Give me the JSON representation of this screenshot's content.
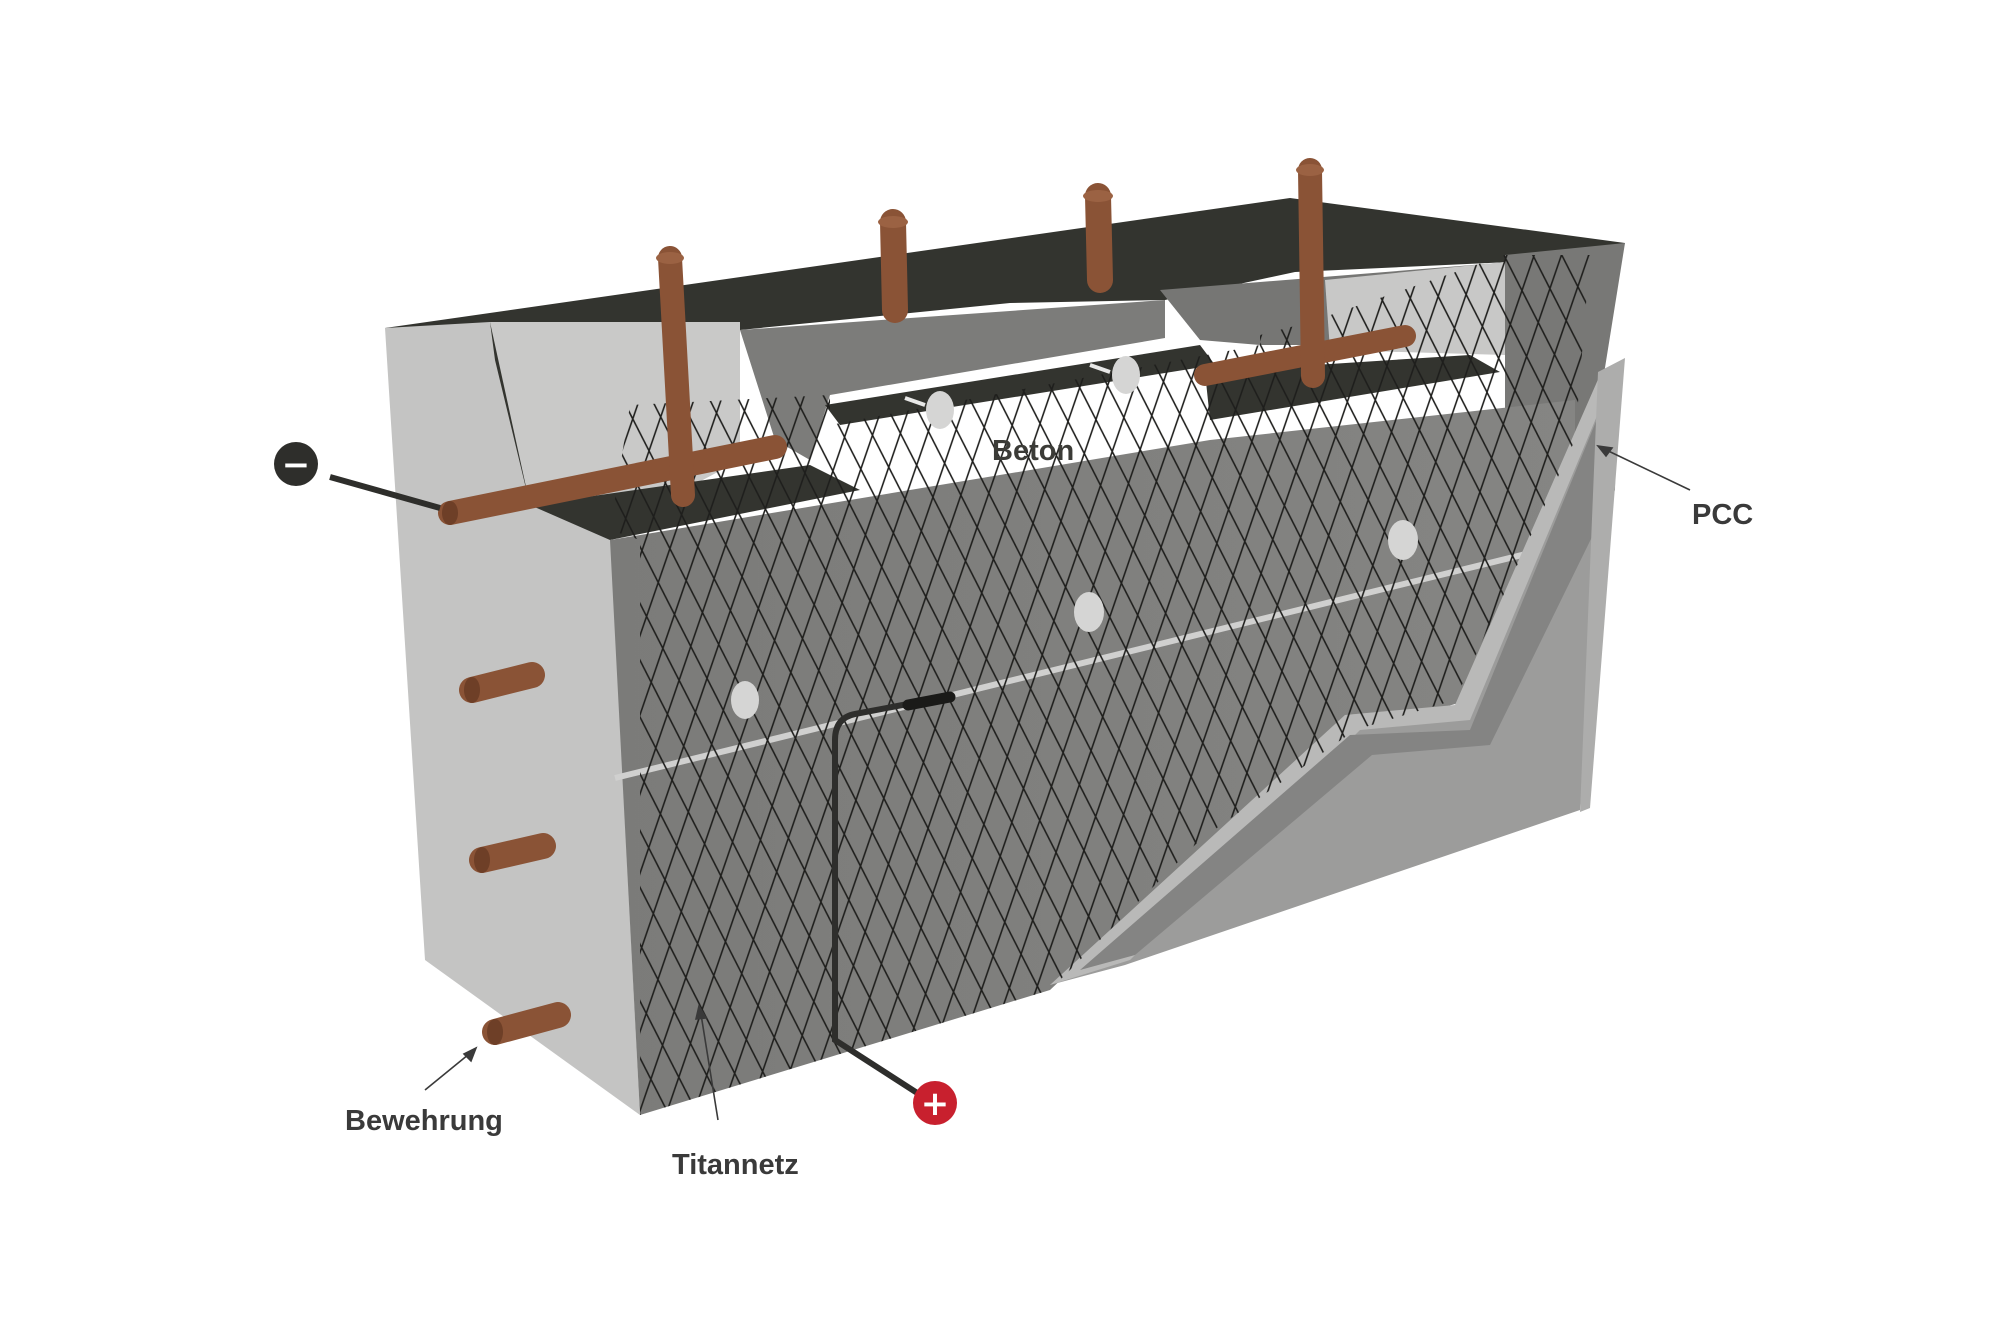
{
  "labels": {
    "concrete": "Beton",
    "repair_mortar": "PCC",
    "reinforcement": "Bewehrung",
    "titanium_mesh": "Titannetz"
  },
  "terminals": {
    "negative": {
      "symbol": "−",
      "color": "#2e2e2b"
    },
    "positive": {
      "symbol": "+",
      "color": "#c8202e"
    }
  },
  "colors": {
    "background": "#ffffff",
    "concrete_side": "#c4c4c3",
    "concrete_front": "#7a7a78",
    "top_surface": "#33342f",
    "rebar": "#8a5336",
    "mesh": "#1e1e1c",
    "pcc_layer": "#9c9c9b",
    "pcc_edge": "#b9b9b8"
  }
}
